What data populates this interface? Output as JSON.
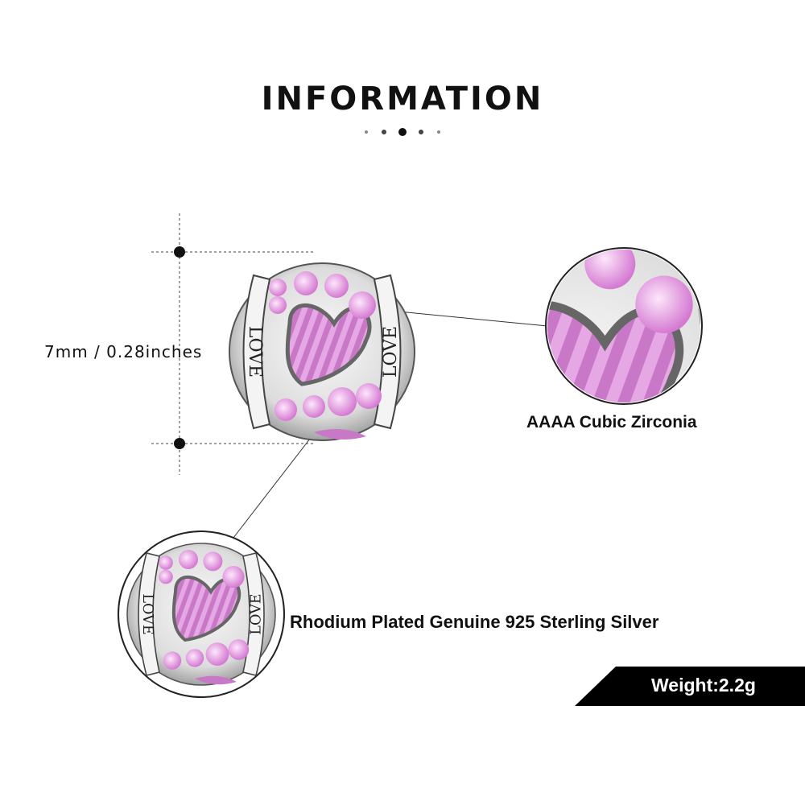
{
  "title": "INFORMATION",
  "dimension_label": "7mm / 0.28inches",
  "stone_label": "AAAA Cubic Zirconia",
  "material_label": "Rhodium Plated Genuine 925 Sterling Silver",
  "weight_label": "Weight:2.2g",
  "engraving": "LOVE",
  "colors": {
    "pink": "#d98fd6",
    "silver": "#e4e4e4",
    "dark": "#111111"
  }
}
